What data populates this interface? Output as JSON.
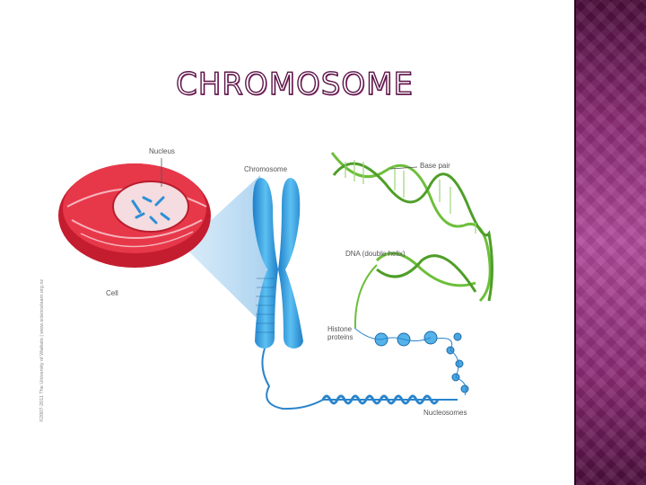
{
  "slide": {
    "title": "CHROMOSOME",
    "accent_color": "#5a1346",
    "panel_color": "#8a2a73"
  },
  "diagram": {
    "labels": {
      "nucleus": "Nucleus",
      "chromosome": "Chromosome",
      "cell": "Cell",
      "base_pair": "Base pair",
      "dna": "DNA (double helix)",
      "histone_line1": "Histone",
      "histone_line2": "proteins",
      "nucleosomes": "Nucleosomes"
    },
    "copyright": "©2007-2011 The University of Waikato | www.sciencelearn.org.nz",
    "colors": {
      "cell": "#d8263a",
      "chromosome": "#3aa0e0",
      "dna": "#6cbf3a"
    }
  }
}
